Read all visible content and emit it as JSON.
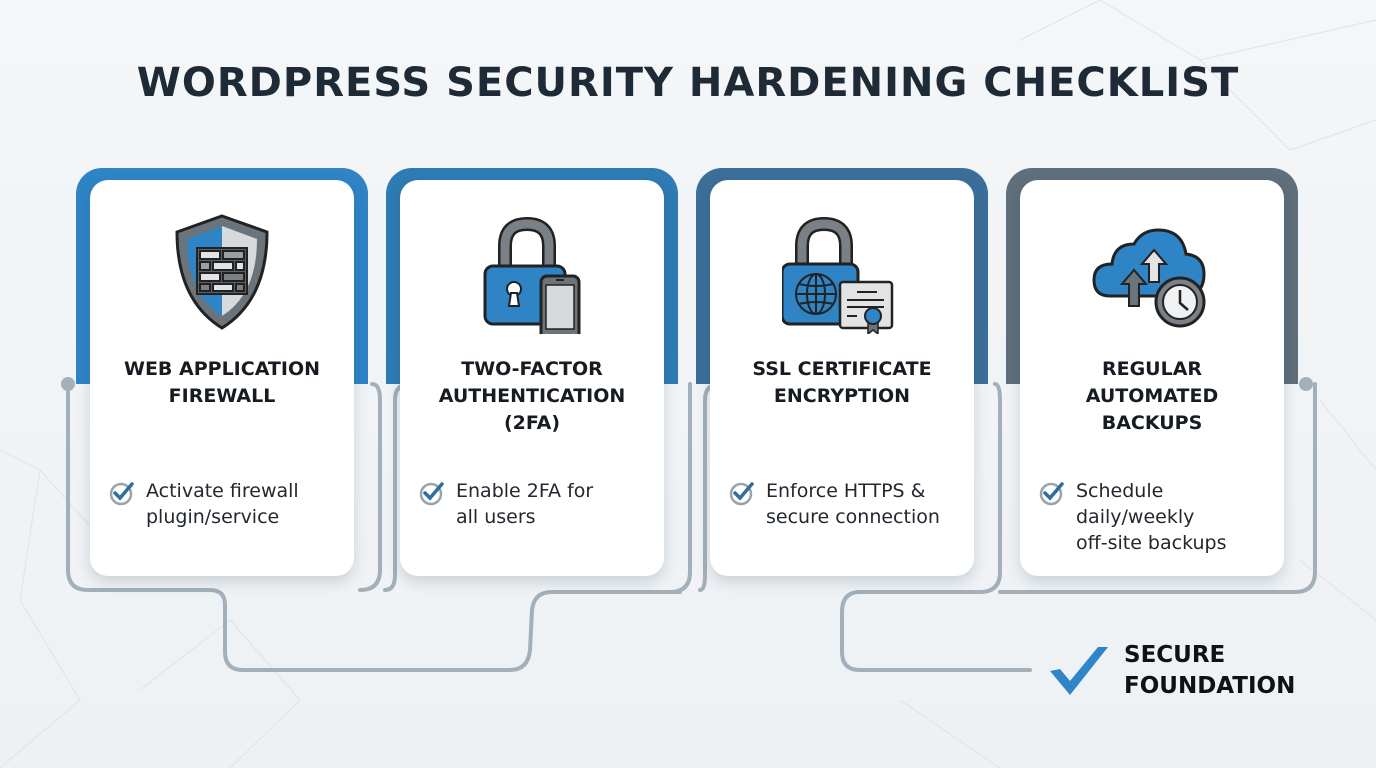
{
  "title": "WORDPRESS SECURITY HARDENING CHECKLIST",
  "colors": {
    "accent_blue": "#2f84c6",
    "steel_blue": "#3b6f9a",
    "slate": "#5f6f7c",
    "connector": "#a3b0ba",
    "title_text": "#1e2a36",
    "check_blue": "#2e86c8"
  },
  "cards": [
    {
      "icon": "shield-firewall-icon",
      "title": "WEB APPLICATION\nFIREWALL",
      "item": "Activate firewall\nplugin/service",
      "frame_color": "#2f84c6"
    },
    {
      "icon": "padlock-phone-icon",
      "title": "TWO-FACTOR\nAUTHENTICATION\n(2FA)",
      "item": "Enable 2FA for\nall users",
      "frame_color": "#2e7bb5"
    },
    {
      "icon": "padlock-globe-certificate-icon",
      "title": "SSL CERTIFICATE\nENCRYPTION",
      "item": "Enforce HTTPS &\nsecure connection",
      "frame_color": "#3b6f9a"
    },
    {
      "icon": "cloud-backup-clock-icon",
      "title": "REGULAR\nAUTOMATED\nBACKUPS",
      "item": "Schedule\ndaily/weekly\noff-site backups",
      "frame_color": "#5f6f7c"
    }
  ],
  "result": {
    "icon": "checkmark-icon",
    "label": "SECURE\nFOUNDATION"
  }
}
